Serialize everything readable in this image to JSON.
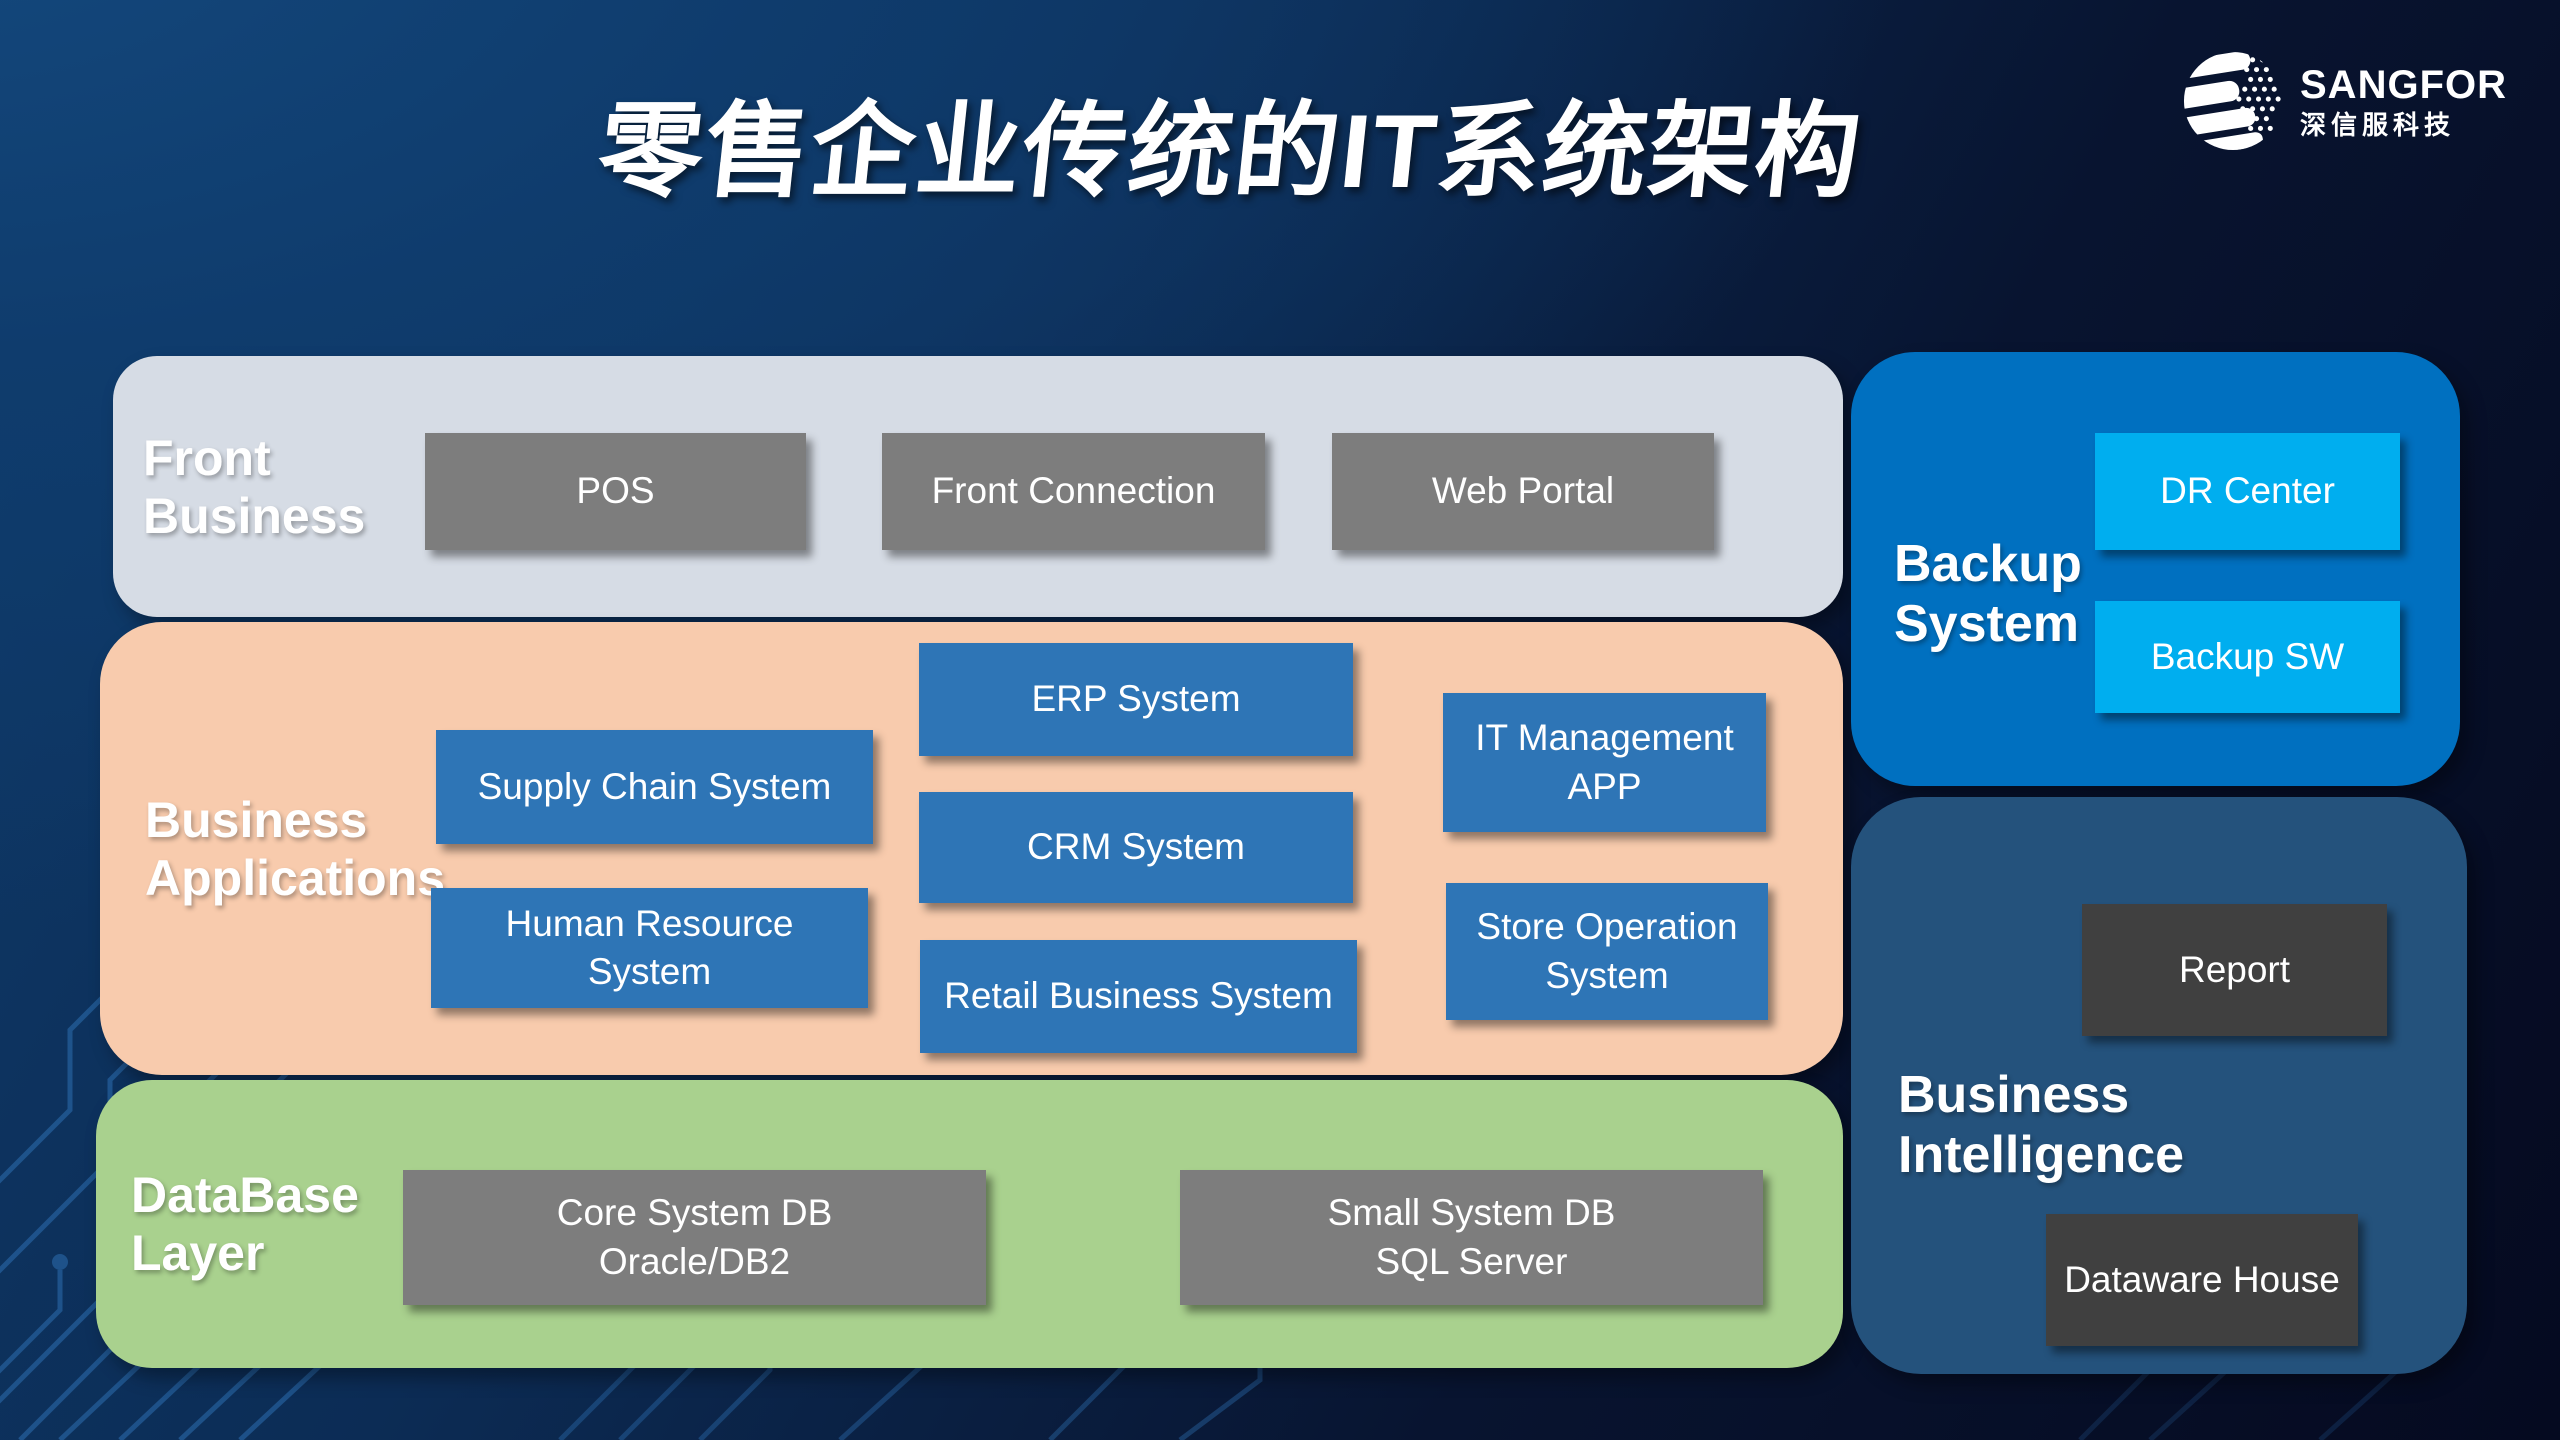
{
  "title": "零售企业传统的IT系统架构",
  "logo": {
    "brand": "SANGFOR",
    "brand_cn": "深信服科技"
  },
  "colors": {
    "background_top_left": "#10406F",
    "background_bottom_right": "#05091F",
    "front_business_bg": "#D6DCE5",
    "business_applications_bg": "#F8CBAD",
    "database_layer_bg": "#A9D18E",
    "backup_system_bg": "#0070C0",
    "business_intelligence_bg": "#24527C",
    "gray_node": "#7D7D7D",
    "blue_node": "#2E75B6",
    "light_blue_node": "#00AEEF",
    "dark_node": "#404040",
    "circuit_line": "#2F74B9",
    "text": "#FFFFFF"
  },
  "layers": {
    "front_business": {
      "label": "Front\nBusiness",
      "items": [
        "POS",
        "Front Connection",
        "Web Portal"
      ]
    },
    "business_applications": {
      "label": "Business\nApplications",
      "items": [
        "Supply Chain System",
        "Human Resource\nSystem",
        "ERP System",
        "CRM System",
        "Retail Business System",
        "IT Management\nAPP",
        "Store Operation\nSystem"
      ]
    },
    "database_layer": {
      "label": "DataBase\nLayer",
      "items": [
        "Core System DB\nOracle/DB2",
        "Small System DB\nSQL Server"
      ]
    },
    "backup_system": {
      "label": "Backup\nSystem",
      "items": [
        "DR Center",
        "Backup SW"
      ]
    },
    "business_intelligence": {
      "label": "Business\nIntelligence",
      "items": [
        "Report",
        "Dataware House"
      ]
    }
  }
}
